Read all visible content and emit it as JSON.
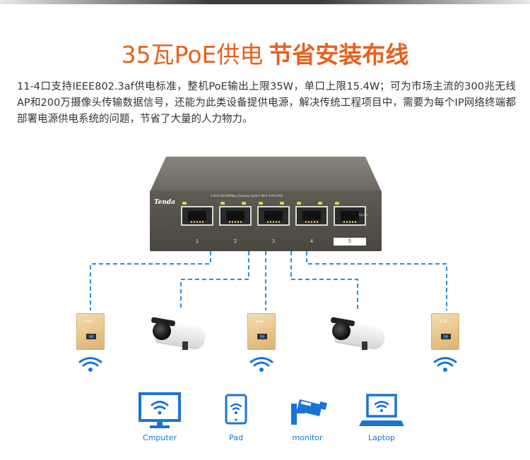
{
  "headline": {
    "light": "35瓦PoE供电",
    "bold": "节省安装布线"
  },
  "description": "11-4口支持IEEE802.3af供电标准，整机PoE输出上限35W，单口上限15.4W；可为市场主流的300兆无线AP和200万摄像头传输数据信号，还能为此类设备提供电源，解决传统工程项目中，需要为每个IP网络终端都部署电源供电系统的问题，节省了大量的人力物力。",
  "switch": {
    "brand": "Tenda",
    "model": "5-Port 10/100Mbps Desktop Switch With 4-Port PoE",
    "ports": [
      "1",
      "2",
      "3",
      "4",
      "5"
    ],
    "uplink": "Uplink"
  },
  "devices": [
    {
      "label": "Cmputer",
      "icon": "computer-icon"
    },
    {
      "label": "Pad",
      "icon": "tablet-icon"
    },
    {
      "label": "monitor",
      "icon": "cctv-camera-icon"
    },
    {
      "label": "Laptop",
      "icon": "laptop-icon"
    }
  ],
  "colors": {
    "accent": "#e8601c",
    "line": "#2a8fe0",
    "icon": "#1a73d9"
  }
}
